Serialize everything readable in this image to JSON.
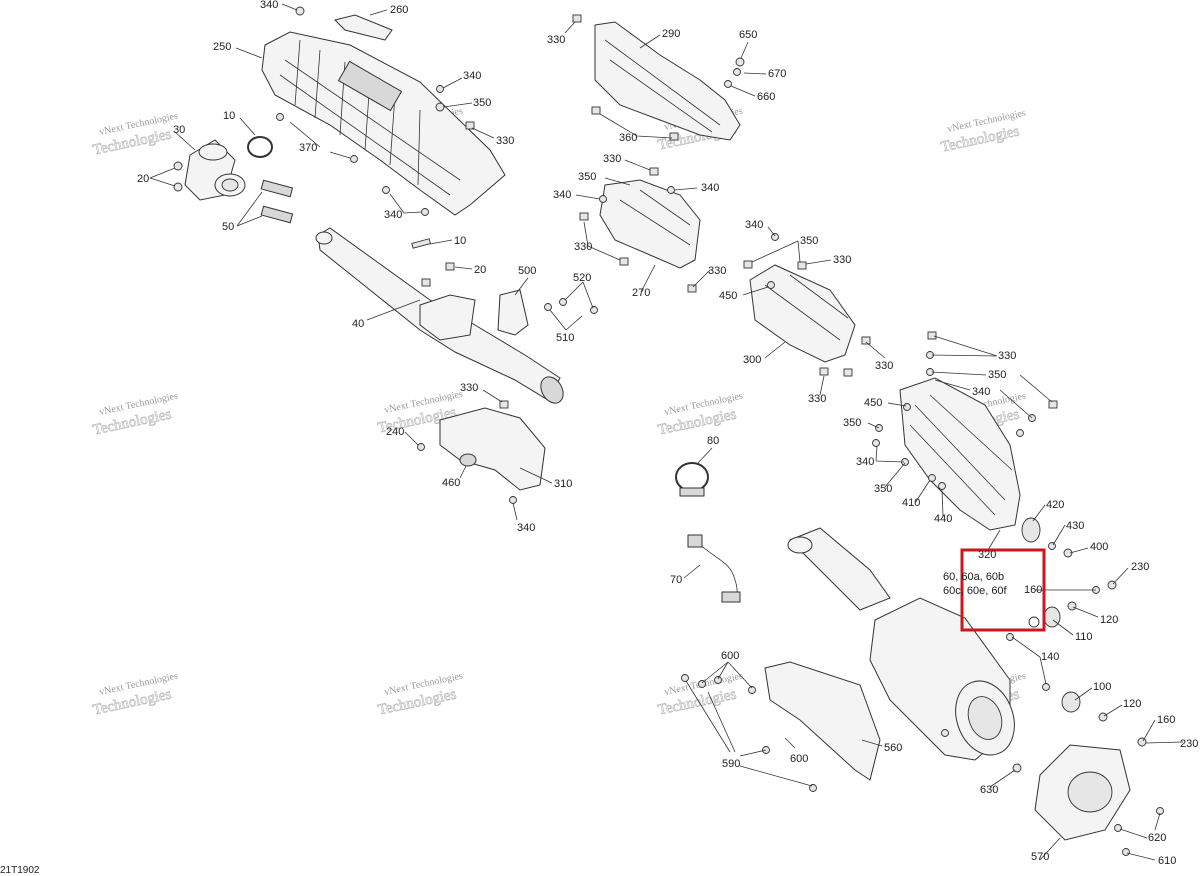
{
  "diagram": {
    "code": "21T1902",
    "watermark": {
      "line1": "vNext Technologies",
      "line2": "Technologies"
    },
    "highlight_color": "#d0161b",
    "highlight_lines": [
      "60, 60a, 60b",
      "60c, 60e, 60f"
    ],
    "callouts": [
      {
        "id": "c340a",
        "text": "340"
      },
      {
        "id": "c260",
        "text": "260"
      },
      {
        "id": "c250",
        "text": "250"
      },
      {
        "id": "c340b",
        "text": "340"
      },
      {
        "id": "c350a",
        "text": "350"
      },
      {
        "id": "c330a",
        "text": "330"
      },
      {
        "id": "c370",
        "text": "370"
      },
      {
        "id": "c340c",
        "text": "340"
      },
      {
        "id": "c10a",
        "text": "10"
      },
      {
        "id": "c30",
        "text": "30"
      },
      {
        "id": "c20a",
        "text": "20"
      },
      {
        "id": "c50",
        "text": "50"
      },
      {
        "id": "c10b",
        "text": "10"
      },
      {
        "id": "c20b",
        "text": "20"
      },
      {
        "id": "c40",
        "text": "40"
      },
      {
        "id": "c500",
        "text": "500"
      },
      {
        "id": "c520",
        "text": "520"
      },
      {
        "id": "c510",
        "text": "510"
      },
      {
        "id": "c330b",
        "text": "330"
      },
      {
        "id": "c240",
        "text": "240"
      },
      {
        "id": "c460",
        "text": "460"
      },
      {
        "id": "c310",
        "text": "310"
      },
      {
        "id": "c340d",
        "text": "340"
      },
      {
        "id": "c330c",
        "text": "330"
      },
      {
        "id": "c290",
        "text": "290"
      },
      {
        "id": "c650",
        "text": "650"
      },
      {
        "id": "c670",
        "text": "670"
      },
      {
        "id": "c660",
        "text": "660"
      },
      {
        "id": "c360",
        "text": "360"
      },
      {
        "id": "c330d",
        "text": "330"
      },
      {
        "id": "c350b",
        "text": "350"
      },
      {
        "id": "c340e",
        "text": "340"
      },
      {
        "id": "c340f",
        "text": "340"
      },
      {
        "id": "c330e",
        "text": "330"
      },
      {
        "id": "c270",
        "text": "270"
      },
      {
        "id": "c330f",
        "text": "330"
      },
      {
        "id": "c450a",
        "text": "450"
      },
      {
        "id": "c340g",
        "text": "340"
      },
      {
        "id": "c350c",
        "text": "350"
      },
      {
        "id": "c330g",
        "text": "330"
      },
      {
        "id": "c300",
        "text": "300"
      },
      {
        "id": "c330h",
        "text": "330"
      },
      {
        "id": "c330i",
        "text": "330"
      },
      {
        "id": "c330j",
        "text": "330"
      },
      {
        "id": "c350d",
        "text": "350"
      },
      {
        "id": "c340h",
        "text": "340"
      },
      {
        "id": "c450b",
        "text": "450"
      },
      {
        "id": "c350e",
        "text": "350"
      },
      {
        "id": "c340i",
        "text": "340"
      },
      {
        "id": "c350f",
        "text": "350"
      },
      {
        "id": "c410",
        "text": "410"
      },
      {
        "id": "c440",
        "text": "440"
      },
      {
        "id": "c420",
        "text": "420"
      },
      {
        "id": "c430",
        "text": "430"
      },
      {
        "id": "c320",
        "text": "320"
      },
      {
        "id": "c400",
        "text": "400"
      },
      {
        "id": "c230a",
        "text": "230"
      },
      {
        "id": "c160a",
        "text": "160"
      },
      {
        "id": "c120a",
        "text": "120"
      },
      {
        "id": "c110",
        "text": "110"
      },
      {
        "id": "c140",
        "text": "140"
      },
      {
        "id": "c100",
        "text": "100"
      },
      {
        "id": "c120b",
        "text": "120"
      },
      {
        "id": "c160b",
        "text": "160"
      },
      {
        "id": "c230b",
        "text": "230"
      },
      {
        "id": "c80",
        "text": "80"
      },
      {
        "id": "c70",
        "text": "70"
      },
      {
        "id": "c600a",
        "text": "600"
      },
      {
        "id": "c590",
        "text": "590"
      },
      {
        "id": "c600b",
        "text": "600"
      },
      {
        "id": "c560",
        "text": "560"
      },
      {
        "id": "c630",
        "text": "630"
      },
      {
        "id": "c620",
        "text": "620"
      },
      {
        "id": "c570",
        "text": "570"
      },
      {
        "id": "c610",
        "text": "610"
      }
    ]
  }
}
